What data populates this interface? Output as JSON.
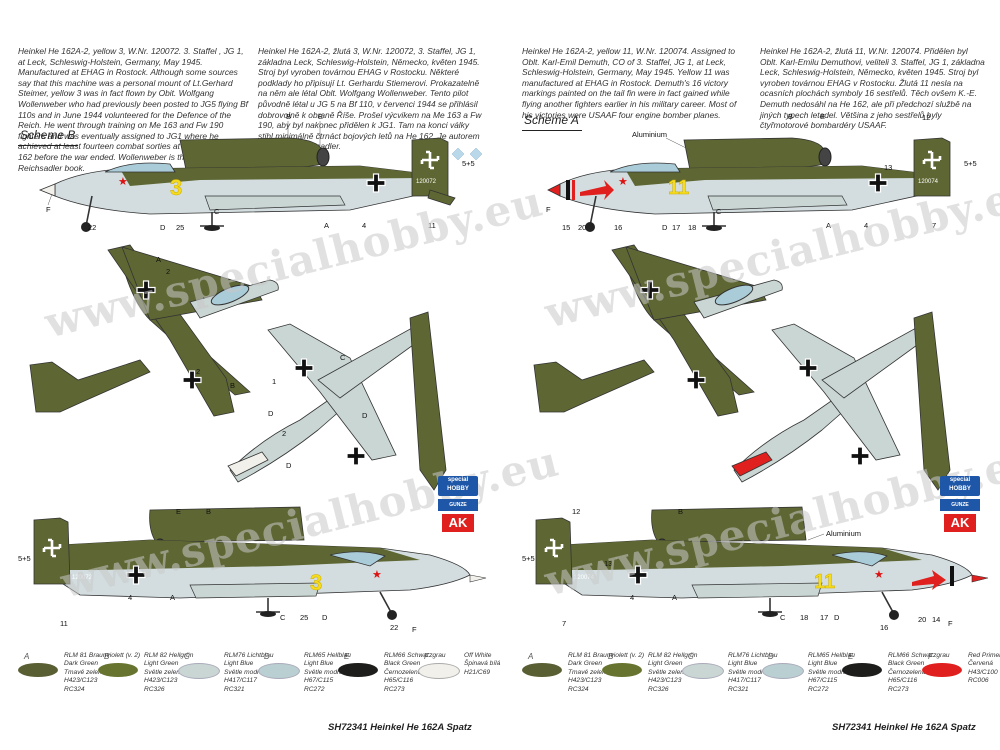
{
  "left": {
    "text_en": "Heinkel He 162A-2, yellow 3, W.Nr. 120072. 3. Staffel , JG 1, at Leck, Schleswig-Holstein, Germany, May 1945. Manufactured at EHAG in Rostock. Although some sources say that this machine was a personal mount of Lt.Gerhard Steimer, yellow 3 was in fact flown by Obit. Wolfgang Wollenweber who had previously been posted to JG5 flying Bf 110s and in June 1944 volunteered for the Defence of the Reich. He went through training on Me 163 and Fw 190 fighters and was eventually assigned to JG1 where he achieved at least fourteen combat sorties at the controls of He 162 before the war ended. Wollenweber is the author of Die Reichsadler book.",
    "text_cz": "Heinkel He 162A-2, žlutá 3, W.Nr. 120072, 3. Staffel, JG 1, základna Leck, Schleswig-Holstein, Německo, květen 1945. Stroj byl vyroben továrnou EHAG v Rostocku. Některé podklady ho připisují Lt. Gerhardu Stiemerovi. Prokazatelně na něm ale létal Oblt. Wolfgang Wollenweber. Tento pilot původně létal u JG 5 na Bf 110, v červenci 1944 se přihlásil dobrovolně k obraně Říše. Prošel výcvikem na Me 163 a Fw 190, aby byl nakonec přidělen k JG1. Tam na konci války stihl minimálně čtrnáct bojových letů na He 162. Je autorem knihy Die Reichsadler.",
    "scheme": "Scheme B",
    "number": "3",
    "wnr": "120072",
    "footer": "SH72341 Heinkel He 162A Spatz"
  },
  "right": {
    "text_en": "Heinkel He 162A-2, yellow 11, W.Nr. 120074. Assigned to Oblt. Karl-Emil Demuth, CO of 3. Staffel, JG 1, at Leck, Schleswig-Holstein, Germany, May 1945. Yellow 11 was manufactured at EHAG in Rostock. Demuth's 16 victory markings painted on the tail fin were in fact gained while flying another fighters earlier in his military career. Most of his victories were USAAF four engine bomber planes.",
    "text_cz": "Heinkel He 162A-2, žlutá 11, W.Nr. 120074. Přidělen byl Oblt. Karl-Emilu Demuthovi, veliteli 3. Staffel, JG 1, základna Leck, Schleswig-Holstein, Německo, květen 1945. Stroj byl vyroben továrnou EHAG v Rostocku. Žlutá 11 nesla na ocasních plochách symboly 16 sestřelů. Těch ovšem K.-E. Demuth nedosáhl na He 162, ale při předchozí službě na jiných typech letadel. Většina z jeho sestřelů byly čtyřmotorové bombardéry USAAF.",
    "scheme": "Scheme A",
    "number": "11",
    "wnr": "120074",
    "aluminium": "Aluminium",
    "footer": "SH72341 Heinkel He 162A Spatz"
  },
  "victory_marks": "5+5",
  "watermark": "www.specialhobby.eu",
  "logos": {
    "special_hobby": "special HOBBY",
    "gunze": "GUNZE SANGYO",
    "ak": "AK"
  },
  "legend_left": [
    {
      "letter": "A",
      "lines": [
        "RLM 81 Braunviolett (v. 2)",
        "Dark Green",
        "Tmavě zelená",
        "H423/C123",
        "RC324"
      ],
      "color": "#5a5e33"
    },
    {
      "letter": "B",
      "lines": [
        "RLM 82 Hellgrün",
        "Light Green",
        "Světle zelená",
        "H423/C123",
        "RC326"
      ],
      "color": "#67742f"
    },
    {
      "letter": "C",
      "lines": [
        "RLM76 Lichtblau",
        "Light Blue",
        "Světle modrá",
        "H417/C117",
        "RC321"
      ],
      "color": "#c9d6d3"
    },
    {
      "letter": "D",
      "lines": [
        "RLM65 Hellblau",
        "Light Blue",
        "Světle modrá",
        "H67/C115",
        "RC272"
      ],
      "color": "#b9cfd1"
    },
    {
      "letter": "E",
      "lines": [
        "RLM66 Schwarzgrau",
        "Black Green",
        "Černozelená",
        "H65/C116",
        "RC273"
      ],
      "color": "#1d1d1b"
    },
    {
      "letter": "F",
      "lines": [
        "Off White",
        "Špinavá bílá",
        "H21/C69"
      ],
      "color": "#f2f0ea"
    }
  ],
  "legend_right": [
    {
      "letter": "A",
      "lines": [
        "RLM 81 Braunviolett (v. 2)",
        "Dark Green",
        "Tmavě zelená",
        "H423/C123",
        "RC324"
      ],
      "color": "#5a5e33"
    },
    {
      "letter": "B",
      "lines": [
        "RLM 82 Hellgrün",
        "Light Green",
        "Světle zelená",
        "H423/C123",
        "RC326"
      ],
      "color": "#67742f"
    },
    {
      "letter": "C",
      "lines": [
        "RLM76 Lichtblau",
        "Light Blue",
        "Světle modrá",
        "H417/C117",
        "RC321"
      ],
      "color": "#c9d6d3"
    },
    {
      "letter": "D",
      "lines": [
        "RLM65 Hellblau",
        "Light Blue",
        "Světle modrá",
        "H67/C115",
        "RC272"
      ],
      "color": "#b9cfd1"
    },
    {
      "letter": "E",
      "lines": [
        "RLM66 Schwarzgrau",
        "Black Green",
        "Černozelená",
        "H65/C116",
        "RC273"
      ],
      "color": "#1d1d1b"
    },
    {
      "letter": "F",
      "lines": [
        "Red Primer",
        "Červená",
        "H43/C100",
        "RC006"
      ],
      "color": "#e0201e"
    }
  ]
}
